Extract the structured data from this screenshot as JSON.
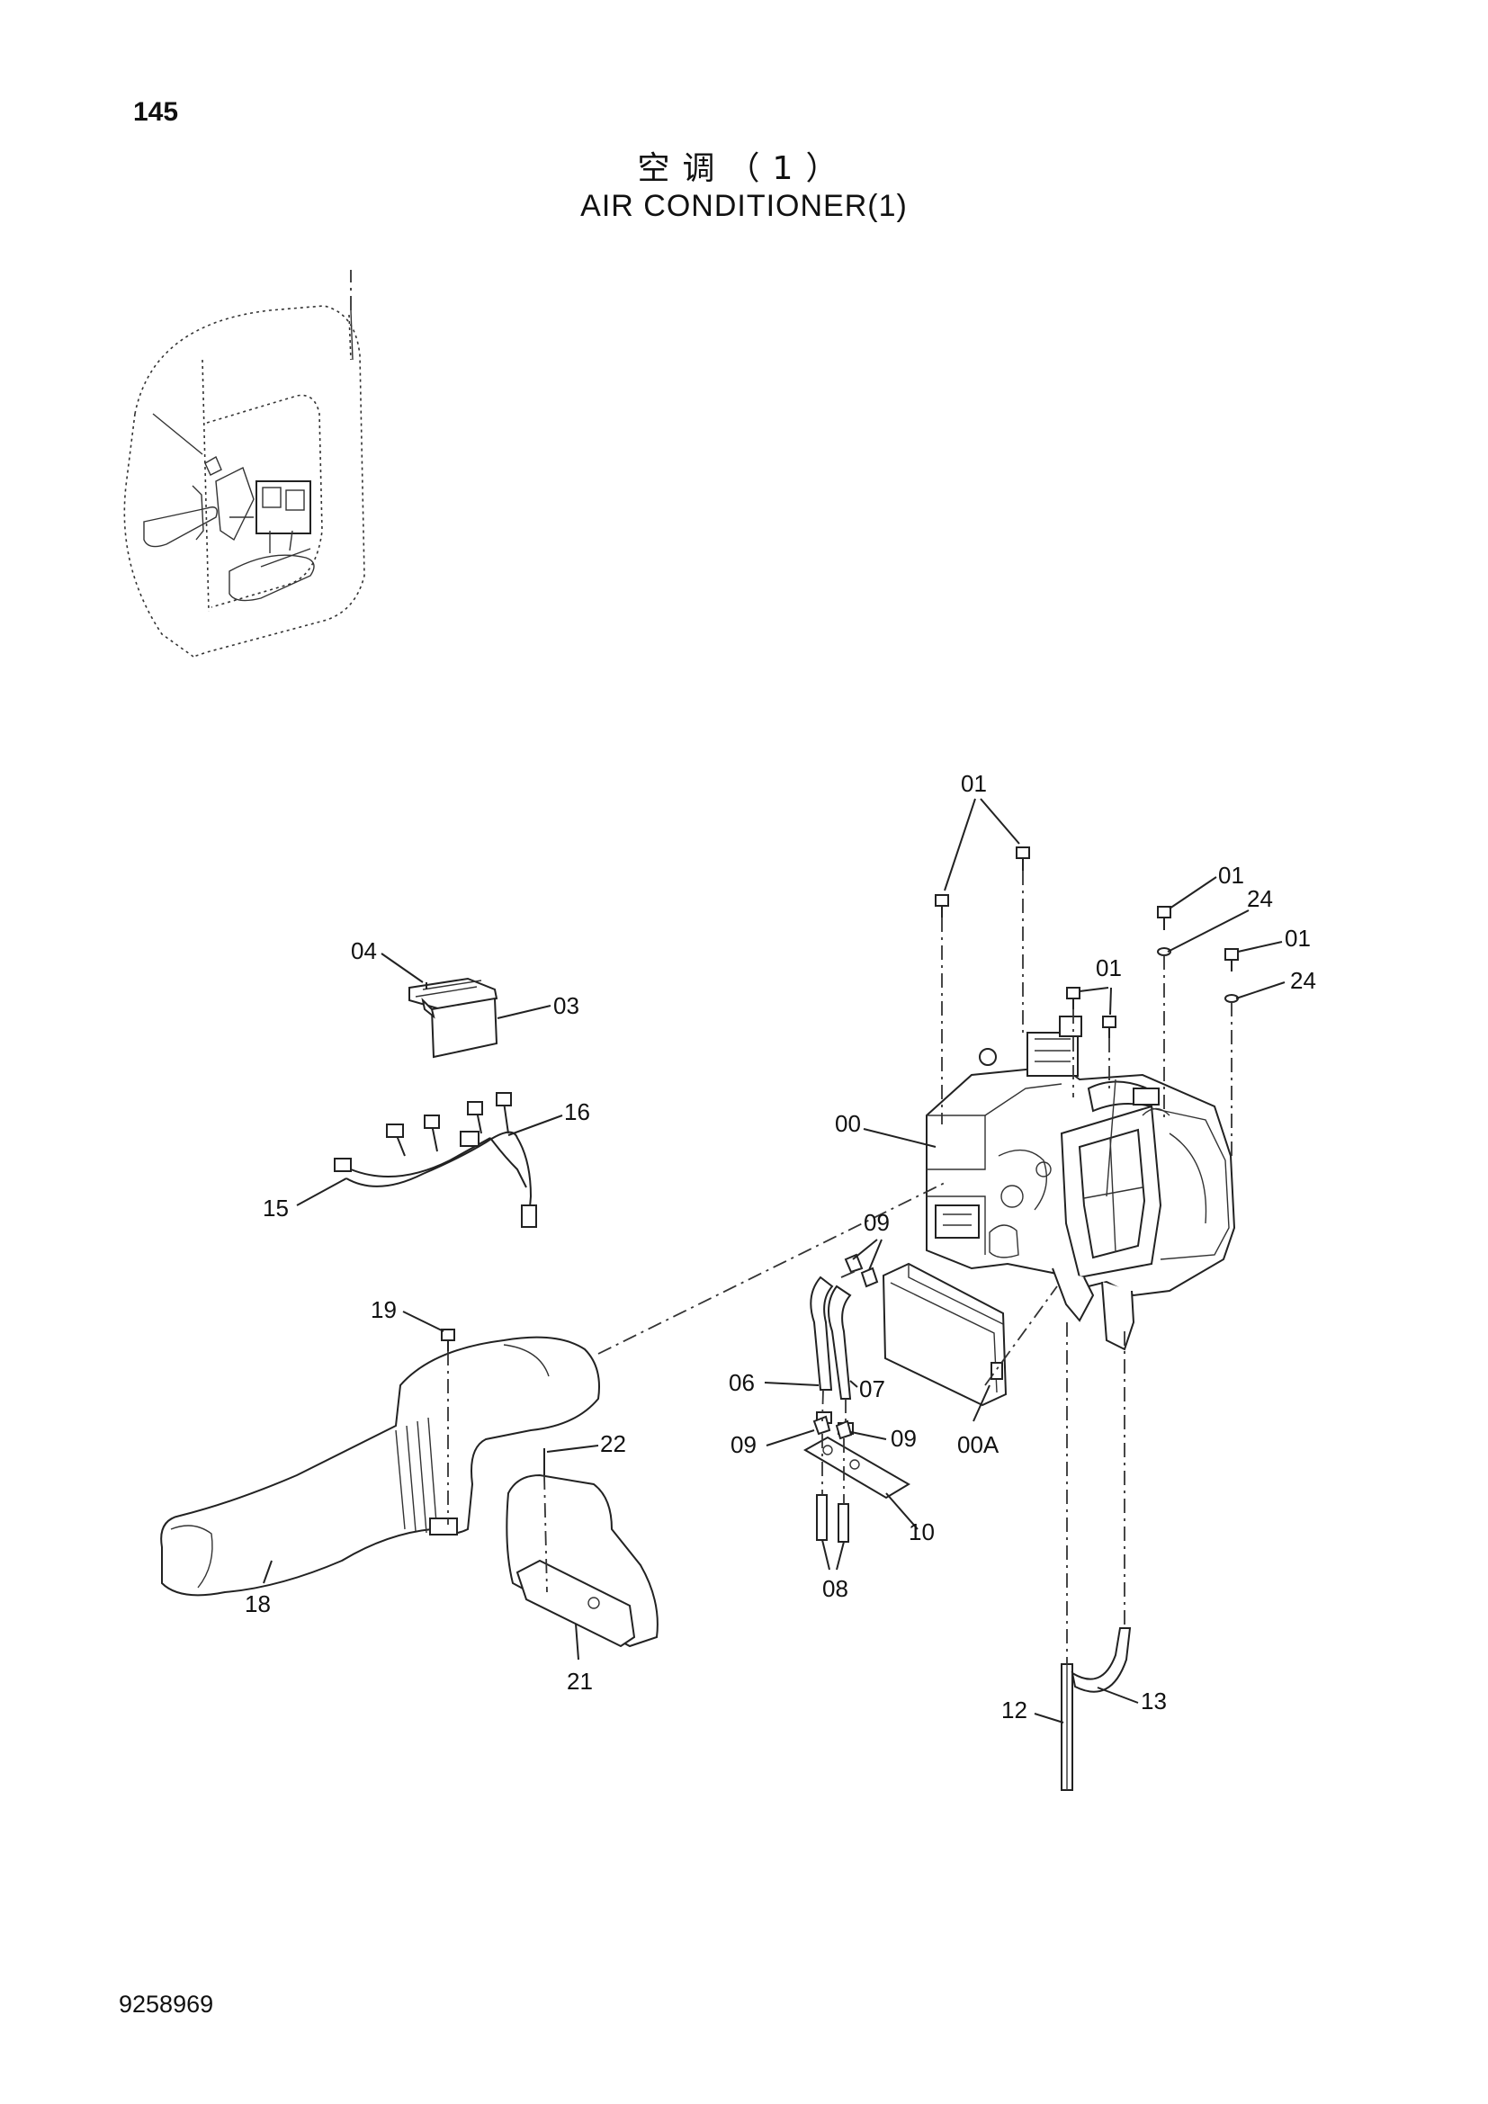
{
  "header": {
    "page_number": "145",
    "title_cn": "空调（1）",
    "title_en": "AIR CONDITIONER(1)"
  },
  "footer": {
    "doc_number": "9258969"
  },
  "callouts": [
    "01",
    "01",
    "01",
    "01",
    "24",
    "24",
    "04",
    "03",
    "16",
    "15",
    "00",
    "09",
    "19",
    "06",
    "07",
    "09",
    "09",
    "00A",
    "22",
    "10",
    "08",
    "18",
    "21",
    "12",
    "13"
  ]
}
